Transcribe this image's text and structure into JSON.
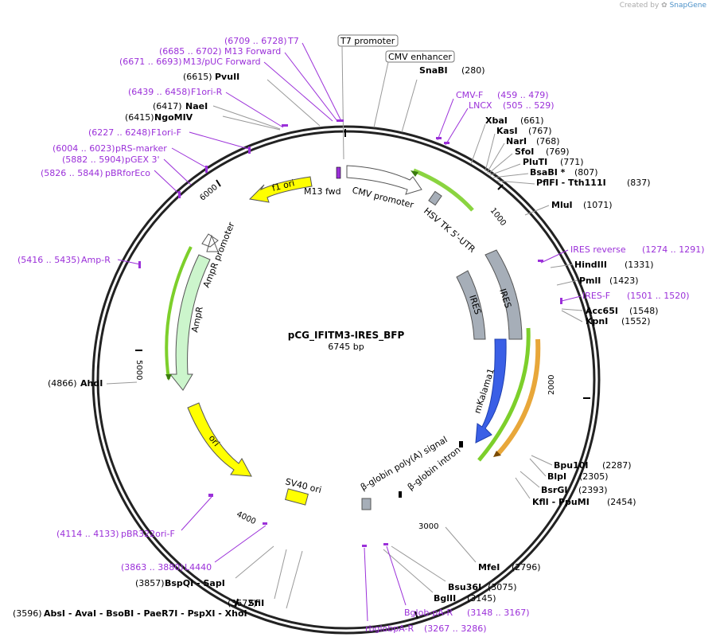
{
  "credit": {
    "prefix": "Created by",
    "brand": "SnapGene"
  },
  "plasmid": {
    "name": "pCG_IFITM3-IRES_BFP",
    "size": "6745 bp"
  },
  "ticks": [
    "1000",
    "2000",
    "3000",
    "4000",
    "5000",
    "6000"
  ],
  "sites": [
    {
      "name": "SnaBI",
      "pos": "(280)"
    },
    {
      "name": "XbaI",
      "pos": "(661)"
    },
    {
      "name": "KasI",
      "pos": "(767)"
    },
    {
      "name": "NarI",
      "pos": "(768)"
    },
    {
      "name": "SfoI",
      "pos": "(769)"
    },
    {
      "name": "PluTI",
      "pos": "(771)"
    },
    {
      "name": "BsaBI *",
      "pos": "(807)"
    },
    {
      "name": "PflFI  - Tth111I",
      "pos": "(837)"
    },
    {
      "name": "MluI",
      "pos": "(1071)"
    },
    {
      "name": "HindIII",
      "pos": "(1331)"
    },
    {
      "name": "PmlI",
      "pos": "(1423)"
    },
    {
      "name": "Acc65I",
      "pos": "(1548)"
    },
    {
      "name": "KpnI",
      "pos": "(1552)"
    },
    {
      "name": "Bpu10I",
      "pos": "(2287)"
    },
    {
      "name": "BlpI",
      "pos": "(2305)"
    },
    {
      "name": "BsrGI",
      "pos": "(2393)"
    },
    {
      "name": "KflI  - PpuMI",
      "pos": "(2454)"
    },
    {
      "name": "MfeI",
      "pos": "(2796)"
    },
    {
      "name": "Bsu36I",
      "pos": "(3075)"
    },
    {
      "name": "BglII",
      "pos": "(3145)"
    },
    {
      "name": "SfiI",
      "pos": "(3672)"
    },
    {
      "name": "BspQI  - SapI",
      "pos": "(3857)"
    },
    {
      "name": "AbsI  - AvaI  - BsoBI  - PaeR7I  - PspXI  - XhoI",
      "pos": "(3596)"
    },
    {
      "name": "AhdI",
      "pos": "(4866)"
    },
    {
      "name": "NgoMIV",
      "pos": "(6415)"
    },
    {
      "name": "NaeI",
      "pos": "(6417)"
    },
    {
      "name": "PvuII",
      "pos": "(6615)"
    }
  ],
  "primers": [
    {
      "label": "T7",
      "range": "(6709 .. 6728)"
    },
    {
      "label": "M13 Forward",
      "range": "(6685 .. 6702)"
    },
    {
      "label": "M13/pUC Forward",
      "range": "(6671 .. 6693)"
    },
    {
      "label": "F1ori-R",
      "range": "(6439 .. 6458)"
    },
    {
      "label": "F1ori-F",
      "range": "(6227 .. 6248)"
    },
    {
      "label": "pRS-marker",
      "range": "(6004 .. 6023)"
    },
    {
      "label": "pGEX 3'",
      "range": "(5882 .. 5904)"
    },
    {
      "label": "pBRforEco",
      "range": "(5826 .. 5844)"
    },
    {
      "label": "Amp-R",
      "range": "(5416 .. 5435)"
    },
    {
      "label": "pBR322ori-F",
      "range": "(4114 .. 4133)"
    },
    {
      "label": "L4440",
      "range": "(3863 .. 3880)"
    },
    {
      "label": "CMV-F",
      "range": "(459 .. 479)"
    },
    {
      "label": "LNCX",
      "range": "(505 .. 529)"
    },
    {
      "label": "IRES reverse",
      "range": "(1274 .. 1291)"
    },
    {
      "label": "IRES-F",
      "range": "(1501 .. 1520)"
    },
    {
      "label": "Bglob-pA-R",
      "range": "(3148 .. 3167)"
    },
    {
      "label": "rbglobpA-R",
      "range": "(3267 .. 3286)"
    }
  ],
  "features": {
    "t7_promoter": "T7 promoter",
    "cmv_enhancer": "CMV enhancer",
    "m13_fwd": "M13 fwd",
    "cmv_promoter": "CMV promoter",
    "hsv_utr": "HSV TK 5'-UTR",
    "ires_outer": "IRES",
    "ires_inner": "IRES",
    "mkalama1": "mKalama1",
    "bglobin_intron": "β-globin intron",
    "bglobin_polya": "β-globin poly(A) signal",
    "sv40_ori": "SV40 ori",
    "ori": "ori",
    "ampr": "AmpR",
    "ampr_promoter": "AmpR promoter",
    "f1_ori": "f1 ori"
  },
  "colors": {
    "primer": "#9b30d9",
    "ampr_fill": "#ccf5cc",
    "f1_fill": "#ffff00",
    "ires_fill": "#a6aeb8",
    "mkalama_fill": "#3a5fe6",
    "highlight_green": "#7dcf2b",
    "highlight_orange": "#e8a73a"
  }
}
